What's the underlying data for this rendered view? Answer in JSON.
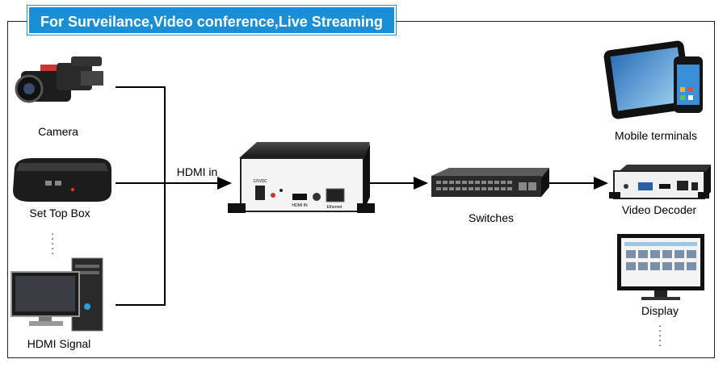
{
  "banner": {
    "title": "For Surveilance,Video conference,Live Streaming"
  },
  "sources": {
    "camera": "Camera",
    "set_top_box": "Set Top Box",
    "hdmi_signal": "HDMI Signal"
  },
  "link": {
    "hdmi_in": "HDMI in"
  },
  "encoder": {
    "port_12vdc": "12V/DC",
    "port_hdmi": "HDMI IN",
    "port_ethernet": "Ethernet"
  },
  "network": {
    "switches": "Switches"
  },
  "outputs": {
    "mobile": "Mobile terminals",
    "decoder": "Video Decoder",
    "display": "Display"
  },
  "colors": {
    "accent": "#1a8fd6",
    "line": "#000000"
  }
}
